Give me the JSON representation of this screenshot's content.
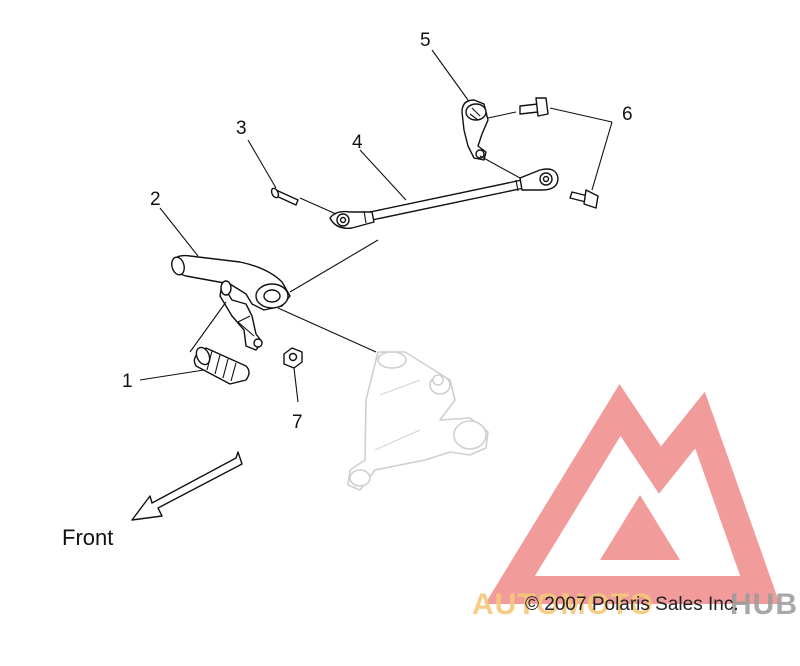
{
  "diagram": {
    "callouts": [
      "1",
      "2",
      "3",
      "4",
      "5",
      "6",
      "7"
    ],
    "direction_label": "Front",
    "copyright": "© 2007 Polaris Sales Inc."
  },
  "watermark": {
    "text_left": "AUTOMOTO",
    "text_right": "HUB",
    "color_triangle": "#f08a8a",
    "color_text_left": "#f5c87a",
    "color_text_right": "#9a9a9a"
  }
}
